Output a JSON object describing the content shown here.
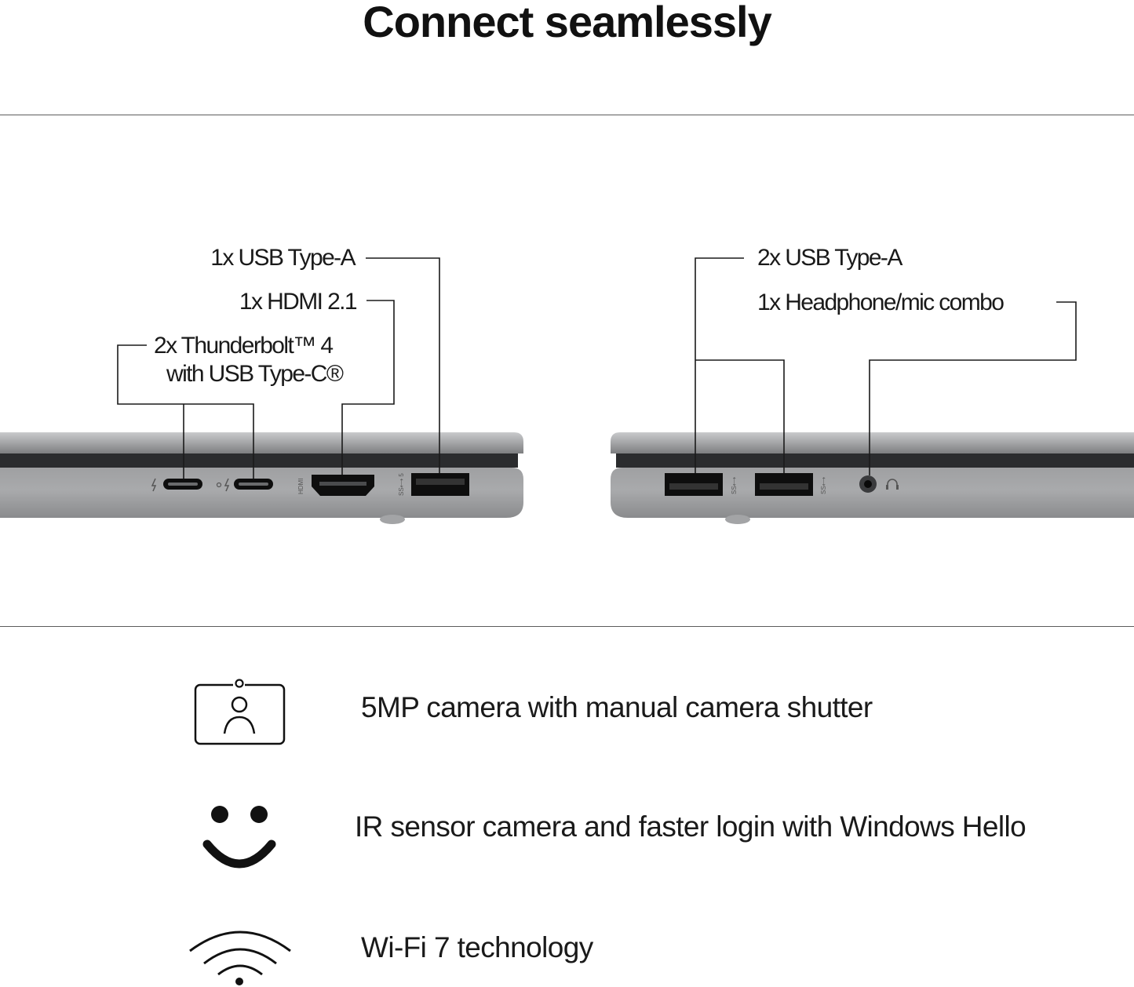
{
  "page": {
    "title": "Connect seamlessly"
  },
  "left_side": {
    "labels": {
      "usb_a": "1x USB Type-A",
      "hdmi": "1x HDMI 2.1",
      "thunderbolt_line1": "2x Thunderbolt™ 4",
      "thunderbolt_line2": "with USB Type-C®"
    },
    "port_markings": {
      "hdmi": "HDMI",
      "usb": "SS⟷ 5"
    }
  },
  "right_side": {
    "labels": {
      "usb_a": "2x USB Type-A",
      "headphone": "1x Headphone/mic combo"
    },
    "port_markings": {
      "usb_1": "SS⟷",
      "usb_2": "SS⟷"
    }
  },
  "features": [
    {
      "icon": "camera-shutter-icon",
      "text": "5MP camera with manual camera shutter"
    },
    {
      "icon": "smiley-face-icon",
      "text": "IR sensor camera and faster login with Windows Hello"
    },
    {
      "icon": "wifi-icon",
      "text": "Wi-Fi 7 technology"
    }
  ],
  "colors": {
    "laptop_body": "#8e8f91",
    "laptop_light": "#b9babc",
    "port_dark": "#121212",
    "line": "#1a1a1a",
    "rule": "#5c5c5c"
  }
}
